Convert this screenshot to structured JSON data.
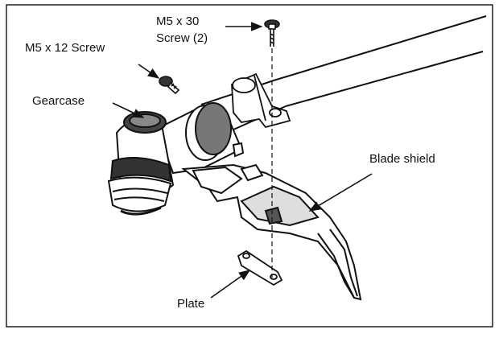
{
  "labels": {
    "m5x30_line1": "M5 x 30",
    "m5x30_line2": "Screw (2)",
    "m5x12": "M5 x 12 Screw",
    "gearcase": "Gearcase",
    "blade_shield": "Blade shield",
    "plate": "Plate"
  },
  "colors": {
    "ink": "#111111",
    "paper": "#ffffff",
    "shade": "#555555"
  }
}
